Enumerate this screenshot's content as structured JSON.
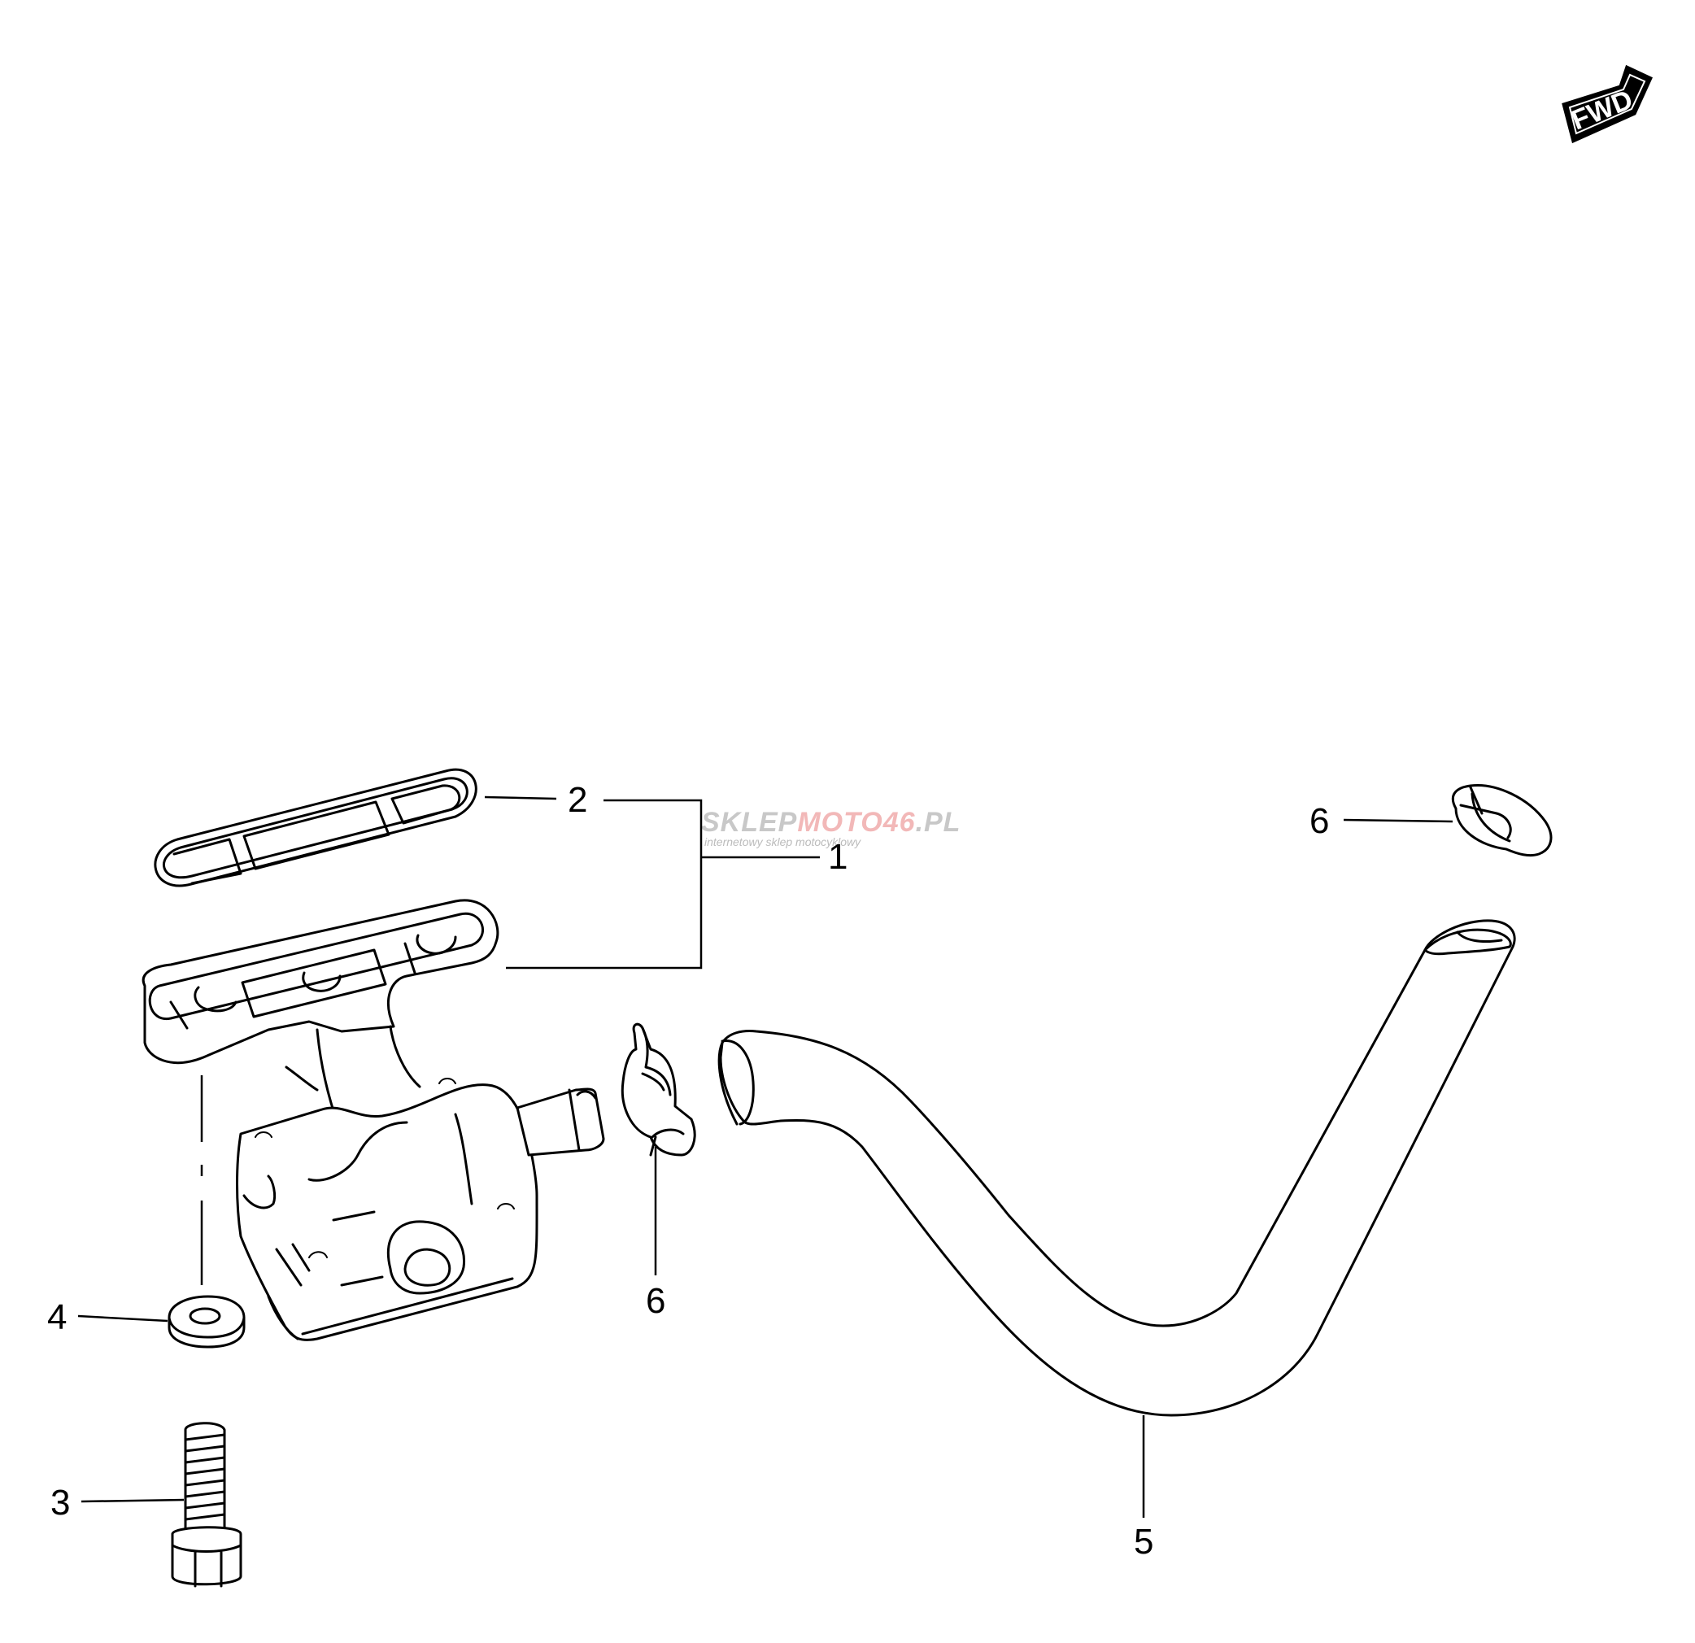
{
  "fwd_label": "FWD",
  "watermark": {
    "part1": "SKLEP",
    "part2": "MOTO",
    "part3": "46",
    "part4": ".PL",
    "tagline": "internetowy sklep motocyklowy",
    "color_grey": "#c8c8c8",
    "color_red": "#f2b8b8"
  },
  "callouts": [
    {
      "id": "1",
      "label": "1",
      "part": "fuel cock assembly"
    },
    {
      "id": "2",
      "label": "2",
      "part": "gasket"
    },
    {
      "id": "3",
      "label": "3",
      "part": "bolt"
    },
    {
      "id": "4",
      "label": "4",
      "part": "washer"
    },
    {
      "id": "5",
      "label": "5",
      "part": "fuel hose"
    },
    {
      "id": "6a",
      "label": "6",
      "part": "hose clamp"
    },
    {
      "id": "6b",
      "label": "6",
      "part": "hose clamp"
    }
  ]
}
